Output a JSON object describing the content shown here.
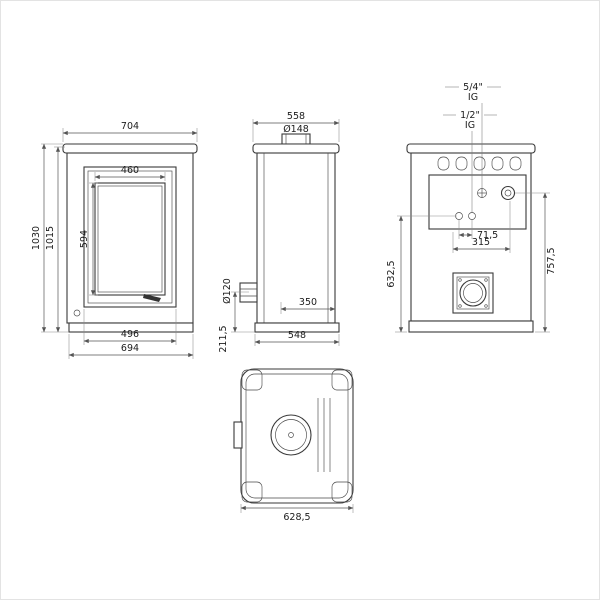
{
  "drawing": {
    "front": {
      "top_width": "704",
      "glass_width": "460",
      "overall_height": "1030",
      "body_height": "1015",
      "glass_height": "594",
      "door_width": "496",
      "base_width": "694"
    },
    "side": {
      "depth": "558",
      "flue_diameter": "Ø148",
      "rear_outlet_diameter": "Ø120",
      "inner_depth": "350",
      "base_depth": "548",
      "rear_outlet_height": "211,5"
    },
    "rear": {
      "fitting_large_size": "5/4\"",
      "fitting_large_thread": "IG",
      "fitting_small_size": "1/2\"",
      "fitting_small_thread": "IG",
      "fitting_offset": "71,5",
      "fitting_spacing": "315",
      "fitting_height_small": "632,5",
      "fitting_height_large": "757,5"
    },
    "top": {
      "width": "628,5"
    }
  }
}
